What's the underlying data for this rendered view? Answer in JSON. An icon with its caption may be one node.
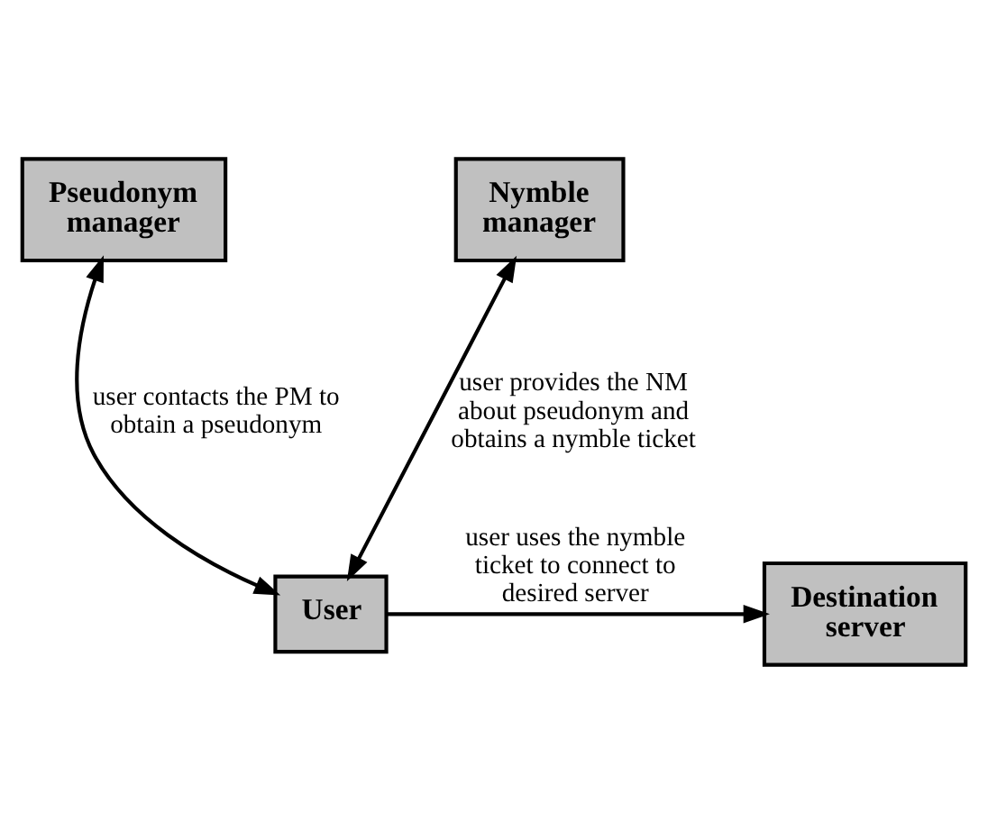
{
  "diagram": {
    "nodes": [
      {
        "text": [
          "Pseudonym manager"
        ]
      },
      {
        "text": [
          "Nymble manager"
        ]
      },
      {
        "text": [
          "User"
        ]
      },
      {
        "text": [
          "Destination server"
        ]
      }
    ],
    "edges": [
      {
        "from": 0,
        "to": 2,
        "arrow": "both",
        "label": "user contacts the PM to obtain a pseudonym"
      },
      {
        "from": 2,
        "to": 1,
        "arrow": "both",
        "label": "user provides the NM about pseudonym and obtains a nymble ticket"
      },
      {
        "from": 2,
        "to": 3,
        "arrow": "to",
        "label": "user uses the nymble ticket to connect to desired server"
      }
    ]
  }
}
